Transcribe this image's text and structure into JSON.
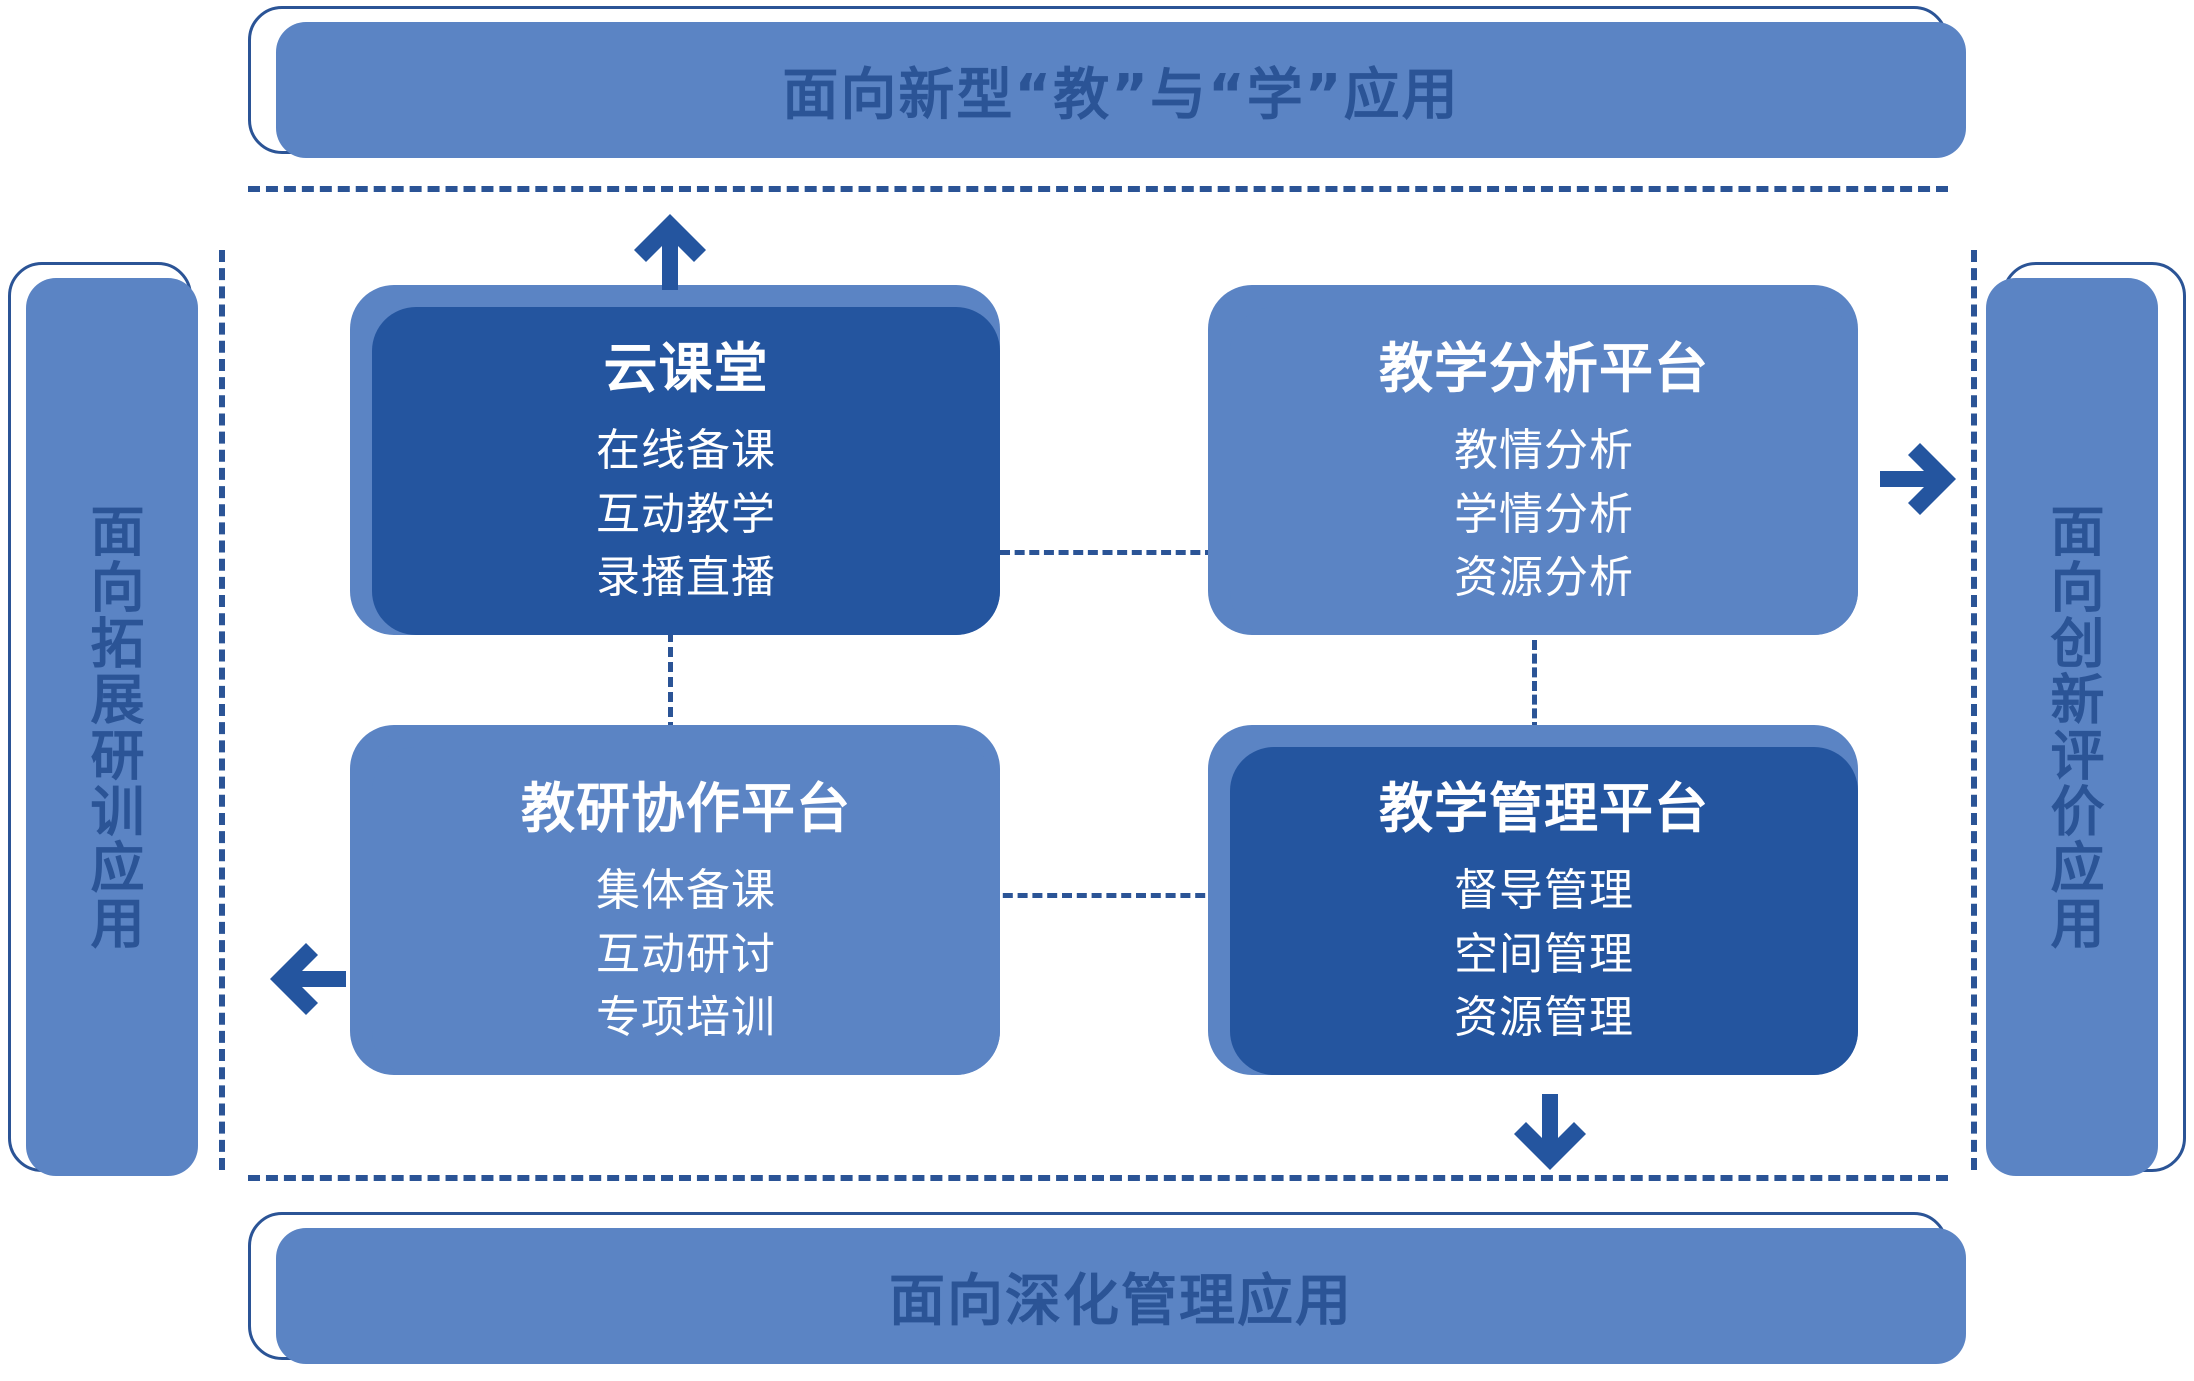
{
  "diagram": {
    "title_top": "面向新型“教”与“学”应用",
    "title_bottom": "面向深化管理应用",
    "title_left": "面向拓展研训应用",
    "title_right": "面向创新评价应用",
    "colors": {
      "dark_blue": "#24559f",
      "mid_blue": "#5b84c4",
      "outline_blue": "#2b5496",
      "text_white": "#ffffff",
      "background": "#ffffff"
    },
    "cards": [
      {
        "id": "cloud-classroom",
        "title": "云课堂",
        "emphasis": "dark",
        "items": [
          "在线备课",
          "互动教学",
          "录播直播"
        ]
      },
      {
        "id": "teaching-analysis-platform",
        "title": "教学分析平台",
        "emphasis": "light",
        "items": [
          "教情分析",
          "学情分析",
          "资源分析"
        ]
      },
      {
        "id": "research-collaboration-platform",
        "title": "教研协作平台",
        "emphasis": "light",
        "items": [
          "集体备课",
          "互动研讨",
          "专项培训"
        ]
      },
      {
        "id": "teaching-management-platform",
        "title": "教学管理平台",
        "emphasis": "dark",
        "items": [
          "督导管理",
          "空间管理",
          "资源管理"
        ]
      }
    ],
    "arrows": [
      {
        "id": "arrow-up",
        "direction": "up",
        "target": "面向新型“教”与“学”应用"
      },
      {
        "id": "arrow-right",
        "direction": "right",
        "target": "面向创新评价应用"
      },
      {
        "id": "arrow-left",
        "direction": "left",
        "target": "面向拓展研训应用"
      },
      {
        "id": "arrow-down",
        "direction": "down",
        "target": "面向深化管理应用"
      }
    ]
  }
}
